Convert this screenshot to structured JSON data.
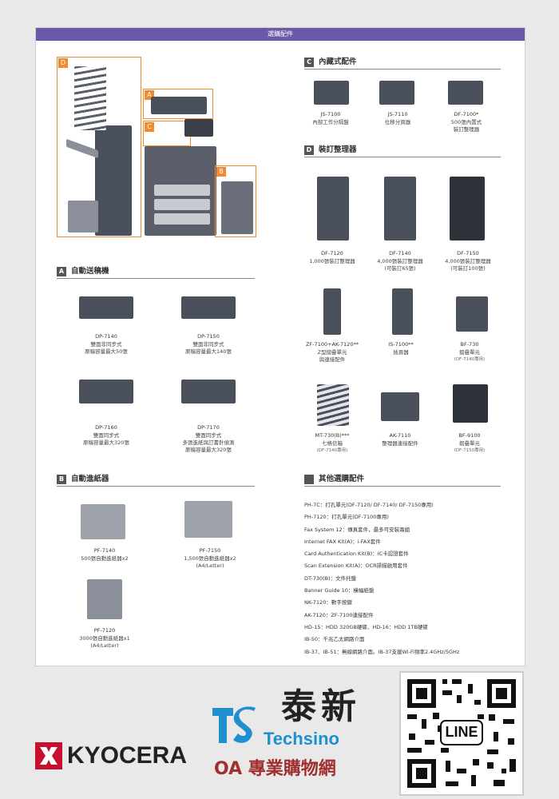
{
  "header": {
    "title": "選購配件"
  },
  "machine_labels": {
    "a": "A",
    "b": "B",
    "c": "C",
    "d": "D"
  },
  "sections": {
    "c": {
      "tag": "C",
      "title": "內藏式配件"
    },
    "d": {
      "tag": "D",
      "title": "裝訂整理器"
    },
    "a": {
      "tag": "A",
      "title": "自動送稿機"
    },
    "b": {
      "tag": "B",
      "title": "自動進紙器"
    },
    "other": {
      "title": "其他選購配件"
    }
  },
  "internal": [
    {
      "name": "JS-7100",
      "desc": "內部工作分隔盤",
      "desc2": ""
    },
    {
      "name": "JS-7110",
      "desc": "位移分頁器",
      "desc2": ""
    },
    {
      "name": "DF-7100*",
      "desc": "500張內置式",
      "desc2": "裝訂整理器"
    }
  ],
  "finishers": [
    {
      "name": "DF-7120",
      "desc": "1,000張裝訂整理器",
      "desc2": ""
    },
    {
      "name": "DF-7140",
      "desc": "4,000張裝訂整理器",
      "desc2": "(可裝訂65張)"
    },
    {
      "name": "DF-7150",
      "desc": "4,000張裝訂整理器",
      "desc2": "(可裝訂100張)"
    }
  ],
  "finisher_opts": [
    {
      "name": "ZF-7100+AK-7120**",
      "desc": "Z型摺疊單元",
      "desc2": "與連接配件",
      "note": ""
    },
    {
      "name": "IS-7100**",
      "desc": "插頁器",
      "desc2": "",
      "note": ""
    },
    {
      "name": "BF-730",
      "desc": "摺疊單元",
      "desc2": "",
      "note": "(DF-7140專用)"
    },
    {
      "name": "MT-730(B)***",
      "desc": "七格信箱",
      "desc2": "",
      "note": "(DF-7140專用)"
    },
    {
      "name": "AK-7110",
      "desc": "整理器連接配件",
      "desc2": "",
      "note": ""
    },
    {
      "name": "BF-9100",
      "desc": "摺疊單元",
      "desc2": "",
      "note": "(DF-7150專用)"
    }
  ],
  "adf": [
    {
      "name": "DP-7140",
      "desc": "雙面非同步式",
      "desc2": "原稿容量最大50張",
      "desc3": ""
    },
    {
      "name": "DP-7150",
      "desc": "雙面非同步式",
      "desc2": "原稿容量最大140張",
      "desc3": ""
    },
    {
      "name": "DP-7160",
      "desc": "雙面同步式",
      "desc2": "原稿容量最大320張",
      "desc3": ""
    },
    {
      "name": "DP-7170",
      "desc": "雙面同步式",
      "desc2": "多張進紙與訂書針偵測",
      "desc3": "原稿容量最大320張"
    }
  ],
  "feeders": [
    {
      "name": "PF-7140",
      "desc": "500張自動進紙器x2",
      "desc2": ""
    },
    {
      "name": "PF-7150",
      "desc": "1,500張自動進紙器x2",
      "desc2": "(A4/Letter)"
    },
    {
      "name": "PF-7120",
      "desc": "3000張自動進紙器x1",
      "desc2": "(A4/Letter)"
    }
  ],
  "other_options": [
    "PH-7C：打孔單元(DF-7120/ DF-7140/ DF-7150專用)",
    "PH-7120：打孔單元(DF-7100專用)",
    "Fax System 12：傳真套件，最多可安裝兩組",
    "Internet FAX Kit(A)：i-FAX套件",
    "Card Authentication Kit(B)：IC卡認證套件",
    "Scan Extension Kit(A)：OCR掃描啟用套件",
    "DT-730(B)：文件托盤",
    "Banner Guide 10：橫幅紙盤",
    "NK-7120：數字按鍵",
    "AK-7120：ZF-7100連接配件",
    "HD-15：HDD 320GB硬碟、HD-16：HDD 1TB硬碟",
    "IB-50：千兆乙太網路介面",
    "IB-37、IB-51：無線網路介面。IB-37支援Wi-Fi頻率2.4GHz/5GHz"
  ],
  "brand": {
    "kyocera": "KYOCERA",
    "techsino_chn": "泰新",
    "techsino": "Techsino",
    "oa": "OA 專業購物網",
    "qr_label": "LINE"
  },
  "colors": {
    "header": "#6b58a8",
    "accent": "#f08a2c",
    "techsino_blue": "#1e8fcf",
    "kyocera_red": "#c8102e"
  }
}
